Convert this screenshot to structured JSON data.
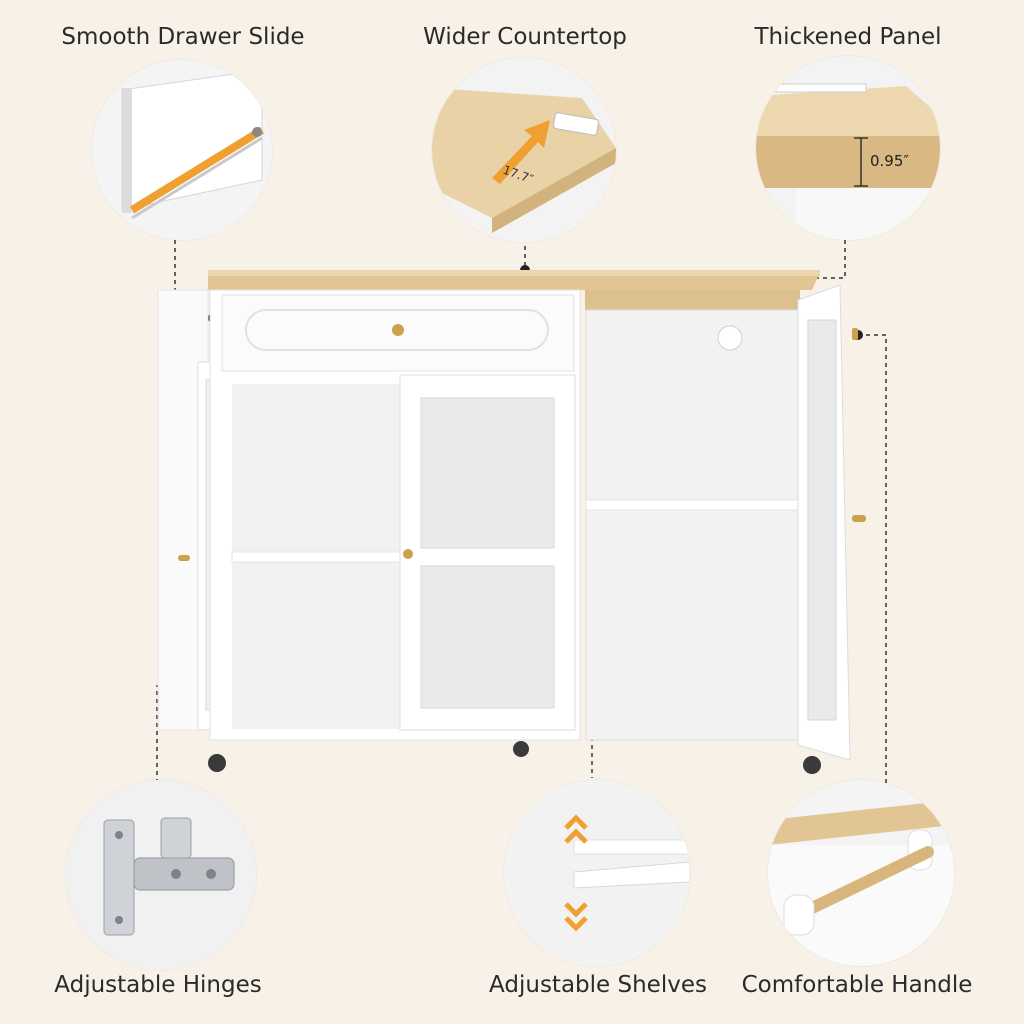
{
  "features": {
    "top": [
      {
        "label": "Smooth Drawer Slide"
      },
      {
        "label": "Wider Countertop",
        "dimension": "17.7″"
      },
      {
        "label": "Thickened Panel",
        "dimension": "0.95″"
      }
    ],
    "bottom": [
      {
        "label": "Adjustable Hinges"
      },
      {
        "label": "Adjustable Shelves"
      },
      {
        "label": "Comfortable Handle"
      }
    ]
  },
  "colors": {
    "background": "#f7f1e8",
    "cabinet": "#ffffff",
    "wood": "#e2c594",
    "accent_arrow": "#f0a030",
    "brass": "#c9a24a"
  }
}
